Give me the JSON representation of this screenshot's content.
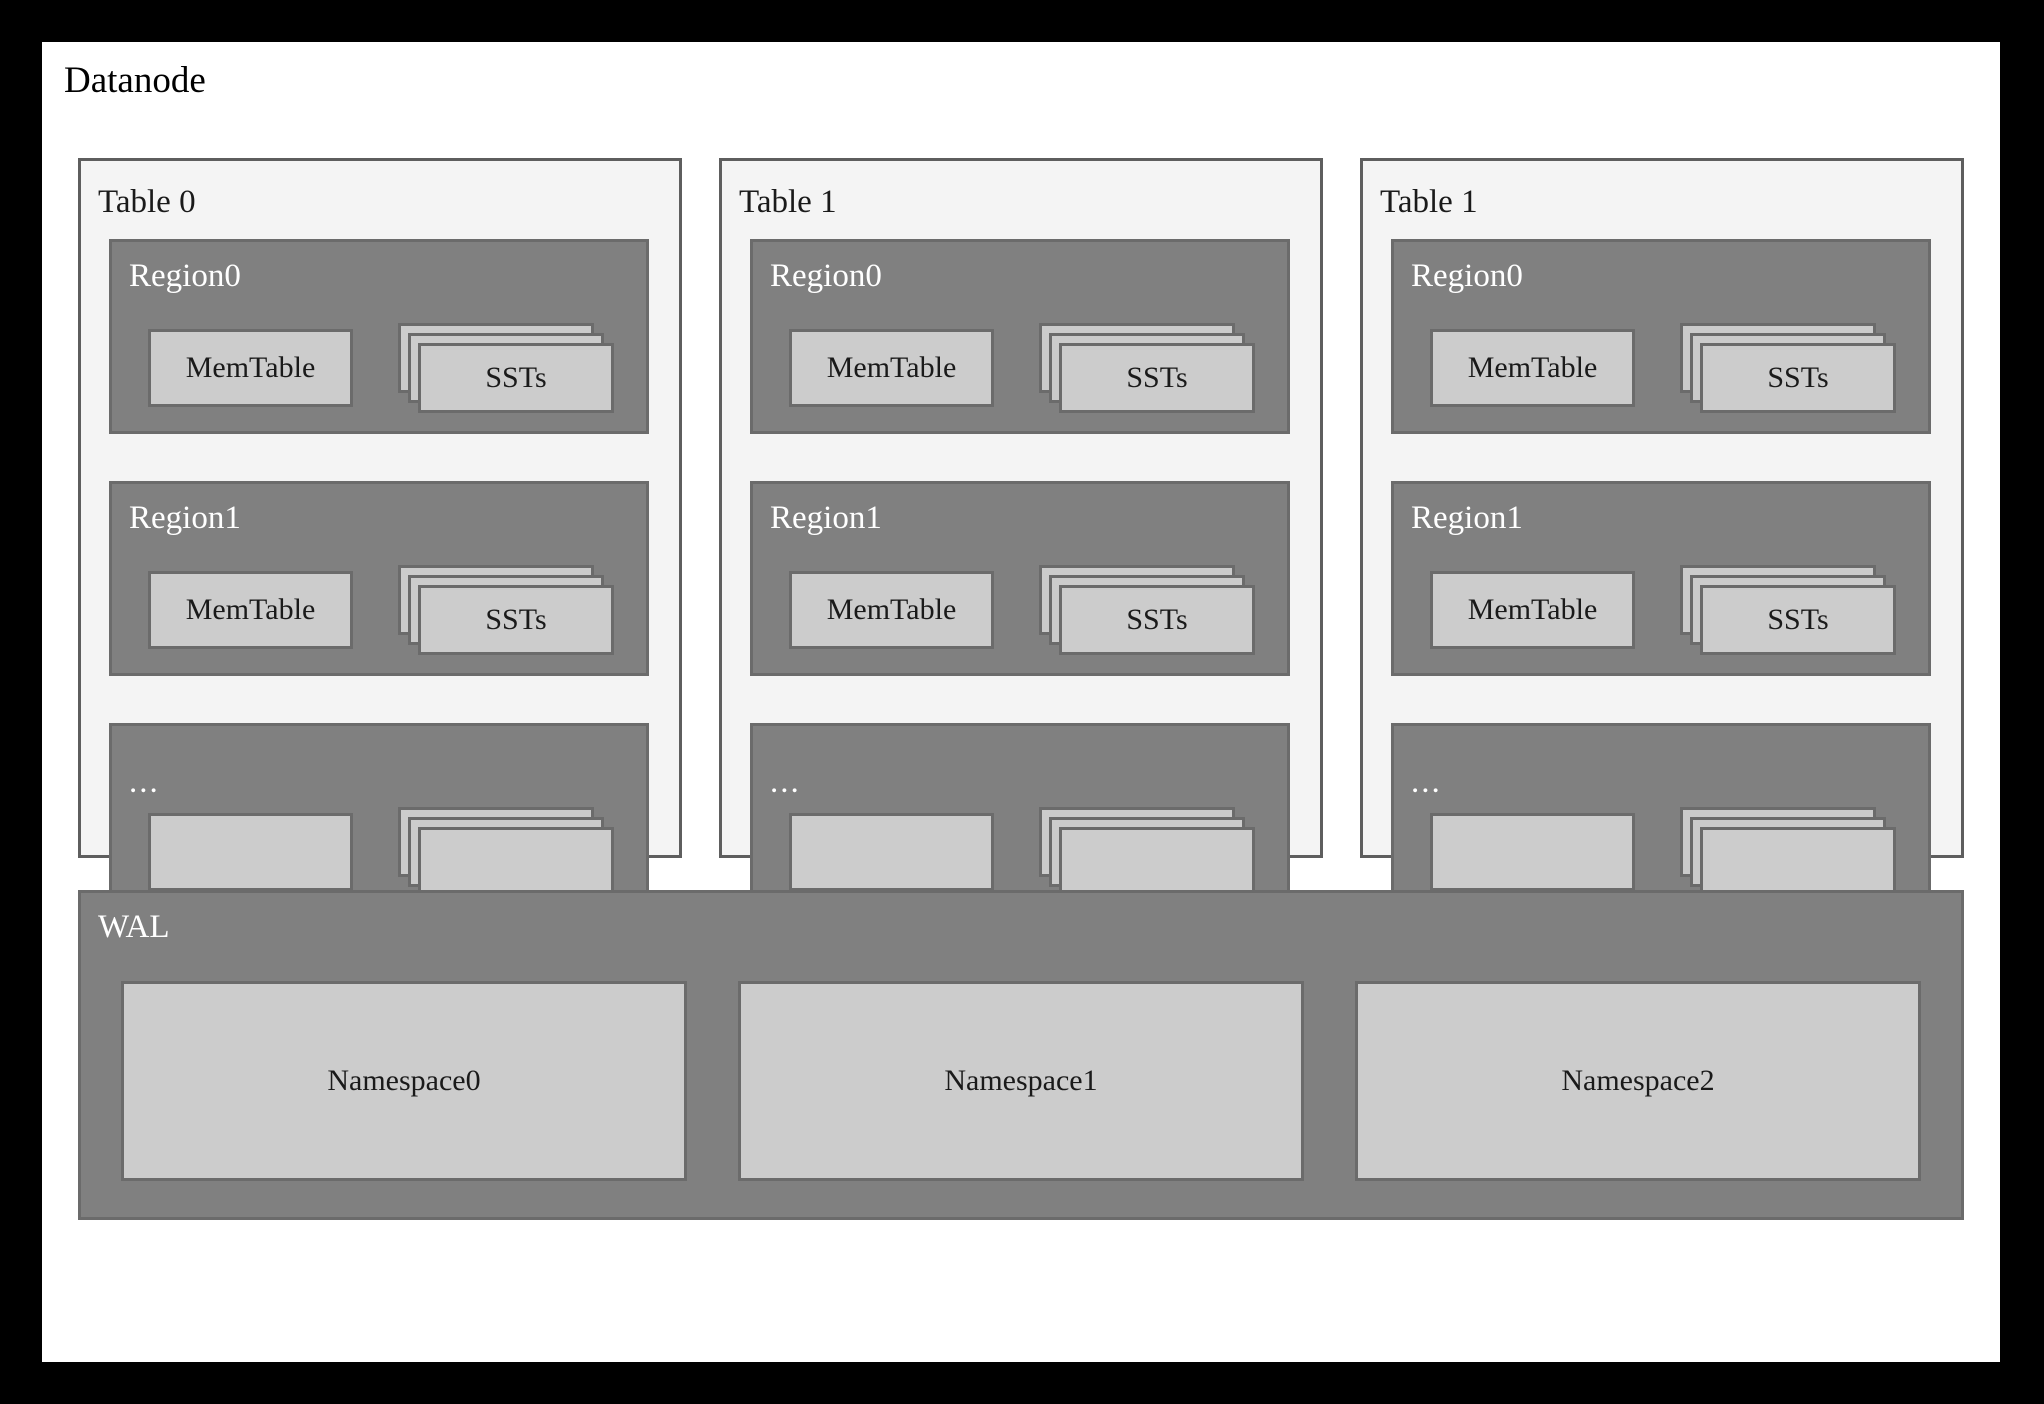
{
  "diagram": {
    "title": "Datanode",
    "colors": {
      "canvas_background": "#ffffff",
      "letterbox": "#000000",
      "table_panel_background": "#f4f4f4",
      "table_panel_border": "#5e5e5e",
      "region_fill": "#808080",
      "box_fill": "#cccccc",
      "box_border": "#6b6b6b",
      "light_text": "#ffffff",
      "dark_text": "#1a1a1a"
    }
  },
  "tables": [
    {
      "title": "Table 0",
      "regions": [
        {
          "label": "Region0",
          "memtable": "MemTable",
          "ssts": "SSTs"
        },
        {
          "label": "Region1",
          "memtable": "MemTable",
          "ssts": "SSTs"
        },
        {
          "label": "...",
          "memtable": "",
          "ssts": ""
        }
      ]
    },
    {
      "title": "Table 1",
      "regions": [
        {
          "label": "Region0",
          "memtable": "MemTable",
          "ssts": "SSTs"
        },
        {
          "label": "Region1",
          "memtable": "MemTable",
          "ssts": "SSTs"
        },
        {
          "label": "...",
          "memtable": "",
          "ssts": ""
        }
      ]
    },
    {
      "title": "Table 1",
      "regions": [
        {
          "label": "Region0",
          "memtable": "MemTable",
          "ssts": "SSTs"
        },
        {
          "label": "Region1",
          "memtable": "MemTable",
          "ssts": "SSTs"
        },
        {
          "label": "...",
          "memtable": "",
          "ssts": ""
        }
      ]
    }
  ],
  "wal": {
    "label": "WAL",
    "namespaces": [
      "Namespace0",
      "Namespace1",
      "Namespace2"
    ]
  }
}
